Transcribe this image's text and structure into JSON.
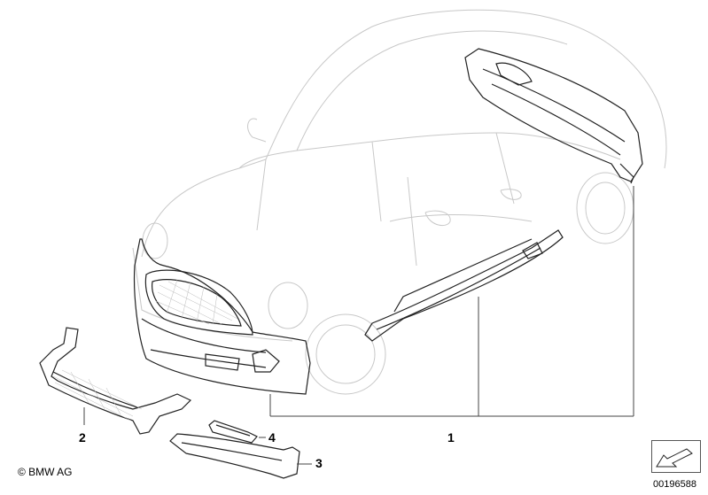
{
  "diagram": {
    "callouts": [
      {
        "id": "1",
        "label": "1"
      },
      {
        "id": "2",
        "label": "2"
      },
      {
        "id": "3",
        "label": "3"
      },
      {
        "id": "4",
        "label": "4"
      }
    ],
    "copyright": "© BMW AG",
    "diagram_id": "00196588",
    "icons": {
      "navigation": "arrow-nav-icon",
      "vehicle": "car-outline-icon"
    }
  }
}
